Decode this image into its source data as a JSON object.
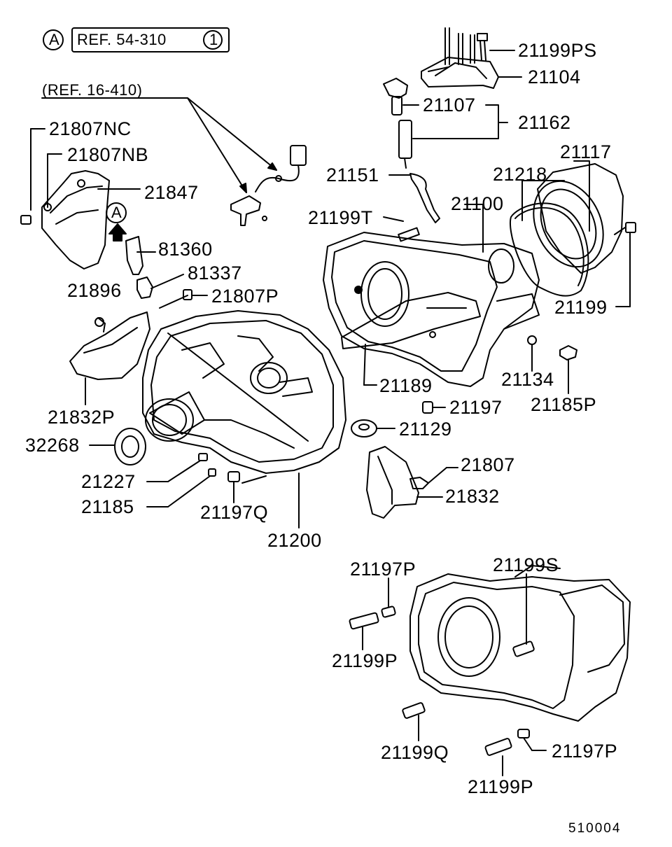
{
  "header": {
    "marker": "A",
    "ref_main": "REF. 54-310",
    "ref_circle": "1",
    "ref_secondary": "(REF. 16-410)"
  },
  "callouts": {
    "c21199ps": "21199PS",
    "c21104": "21104",
    "c21107": "21107",
    "c21162": "21162",
    "c21117": "21117",
    "c21218": "21218",
    "c21807nc": "21807NC",
    "c21807nb": "21807NB",
    "c21847": "21847",
    "c21151": "21151",
    "c21100": "21100",
    "c21199t": "21199T",
    "c81360": "81360",
    "c81337": "81337",
    "c21896": "21896",
    "c21807p": "21807P",
    "c21199": "21199",
    "c21189": "21189",
    "c21134": "21134",
    "c21197": "21197",
    "c21185p": "21185P",
    "c21832p": "21832P",
    "c21129": "21129",
    "c32268": "32268",
    "c21807": "21807",
    "c21227": "21227",
    "c21832": "21832",
    "c21185": "21185",
    "c21197q": "21197Q",
    "c21200": "21200",
    "c21197p_a": "21197P",
    "c21199s": "21199S",
    "c21199p_a": "21199P",
    "c21199q": "21199Q",
    "c21197p_b": "21197P",
    "c21199p_b": "21199P"
  },
  "diagram_marker": "A",
  "footer": {
    "code": "510004"
  },
  "style": {
    "line": "#000000",
    "background": "#ffffff"
  }
}
